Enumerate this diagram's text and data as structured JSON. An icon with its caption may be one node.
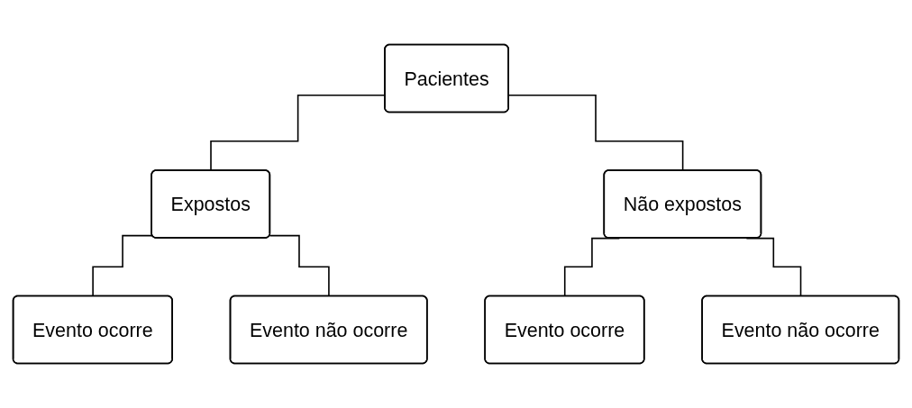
{
  "diagram": {
    "nodes": [
      {
        "text": [
          "Pacientes"
        ]
      },
      {
        "text": [
          "Expostos"
        ]
      },
      {
        "text": [
          "Não expostos"
        ]
      },
      {
        "text": [
          "Evento ocorre"
        ]
      },
      {
        "text": [
          "Evento não ocorre"
        ]
      },
      {
        "text": [
          "Evento ocorre"
        ]
      },
      {
        "text": [
          "Evento não ocorre"
        ]
      }
    ],
    "edges": [
      {
        "from": 0,
        "to": 1,
        "arrow": "none"
      },
      {
        "from": 0,
        "to": 2,
        "arrow": "none"
      },
      {
        "from": 1,
        "to": 3,
        "arrow": "none"
      },
      {
        "from": 1,
        "to": 4,
        "arrow": "none"
      },
      {
        "from": 2,
        "to": 5,
        "arrow": "none"
      },
      {
        "from": 2,
        "to": 6,
        "arrow": "none"
      }
    ]
  }
}
